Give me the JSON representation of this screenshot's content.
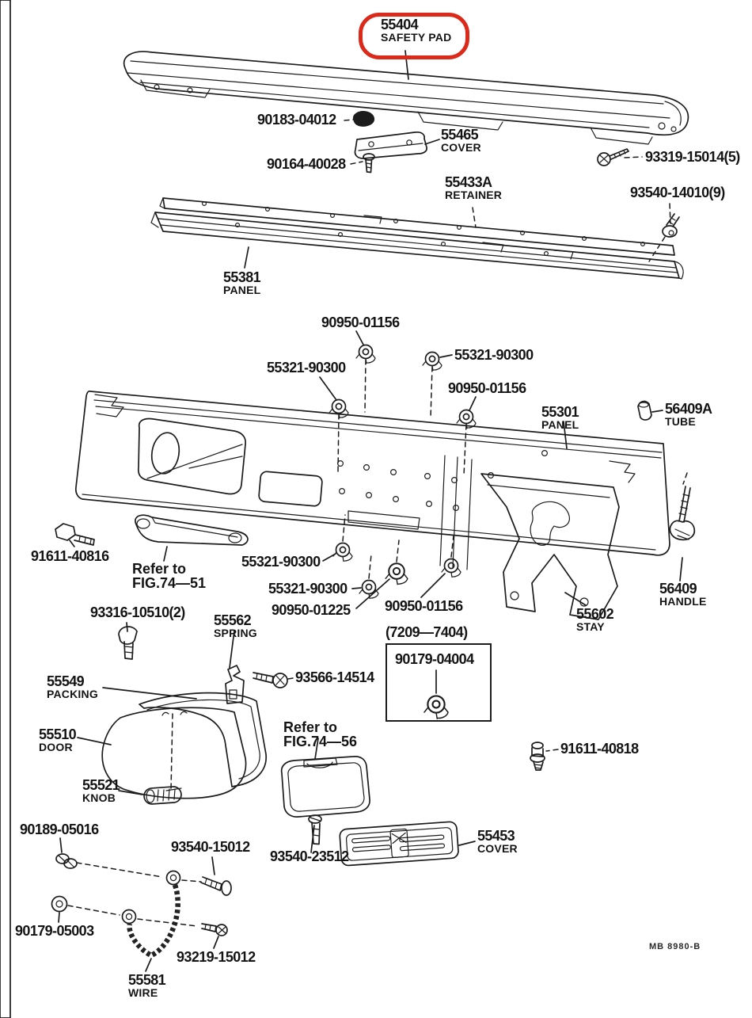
{
  "document": {
    "type": "exploded-parts-diagram",
    "subject": "instrument panel / safety pad assembly",
    "footer_code": "MB 8980-B",
    "highlight_color": "#dc2a1a",
    "line_color": "#1c1c1c",
    "production_range_note": "(7209—7404)"
  },
  "labels": [
    {
      "number": "55404",
      "name": "SAFETY PAD"
    },
    {
      "number": "90183-04012",
      "name": ""
    },
    {
      "number": "55465",
      "name": "COVER"
    },
    {
      "number": "90164-40028",
      "name": ""
    },
    {
      "number": "93319-15014(5)",
      "name": ""
    },
    {
      "number": "55433A",
      "name": "RETAINER"
    },
    {
      "number": "93540-14010(9)",
      "name": ""
    },
    {
      "number": "55381",
      "name": "PANEL"
    },
    {
      "number": "90950-01156",
      "name": ""
    },
    {
      "number": "55321-90300",
      "name": ""
    },
    {
      "number": "55321-90300",
      "name": ""
    },
    {
      "number": "90950-01156",
      "name": ""
    },
    {
      "number": "55301",
      "name": "PANEL"
    },
    {
      "number": "56409A",
      "name": "TUBE"
    },
    {
      "number": "91611-40816",
      "name": ""
    },
    {
      "number": "Refer to",
      "name": "FIG.74—51"
    },
    {
      "number": "55321-90300",
      "name": ""
    },
    {
      "number": "55321-90300",
      "name": ""
    },
    {
      "number": "90950-01225",
      "name": ""
    },
    {
      "number": "90950-01156",
      "name": ""
    },
    {
      "number": "56409",
      "name": "HANDLE"
    },
    {
      "number": "55602",
      "name": "STAY"
    },
    {
      "number": "93316-10510(2)",
      "name": ""
    },
    {
      "number": "55562",
      "name": "SPRING"
    },
    {
      "number": "(7209—7404)",
      "name": ""
    },
    {
      "number": "90179-04004",
      "name": ""
    },
    {
      "number": "55549",
      "name": "PACKING"
    },
    {
      "number": "93566-14514",
      "name": ""
    },
    {
      "number": "55510",
      "name": "DOOR"
    },
    {
      "number": "Refer to",
      "name": "FIG.74—56"
    },
    {
      "number": "91611-40818",
      "name": ""
    },
    {
      "number": "55521",
      "name": "KNOB"
    },
    {
      "number": "90189-05016",
      "name": ""
    },
    {
      "number": "93540-15012",
      "name": ""
    },
    {
      "number": "93540-23512",
      "name": ""
    },
    {
      "number": "55453",
      "name": "COVER"
    },
    {
      "number": "90179-05003",
      "name": ""
    },
    {
      "number": "93219-15012",
      "name": ""
    },
    {
      "number": "55581",
      "name": "WIRE"
    }
  ]
}
